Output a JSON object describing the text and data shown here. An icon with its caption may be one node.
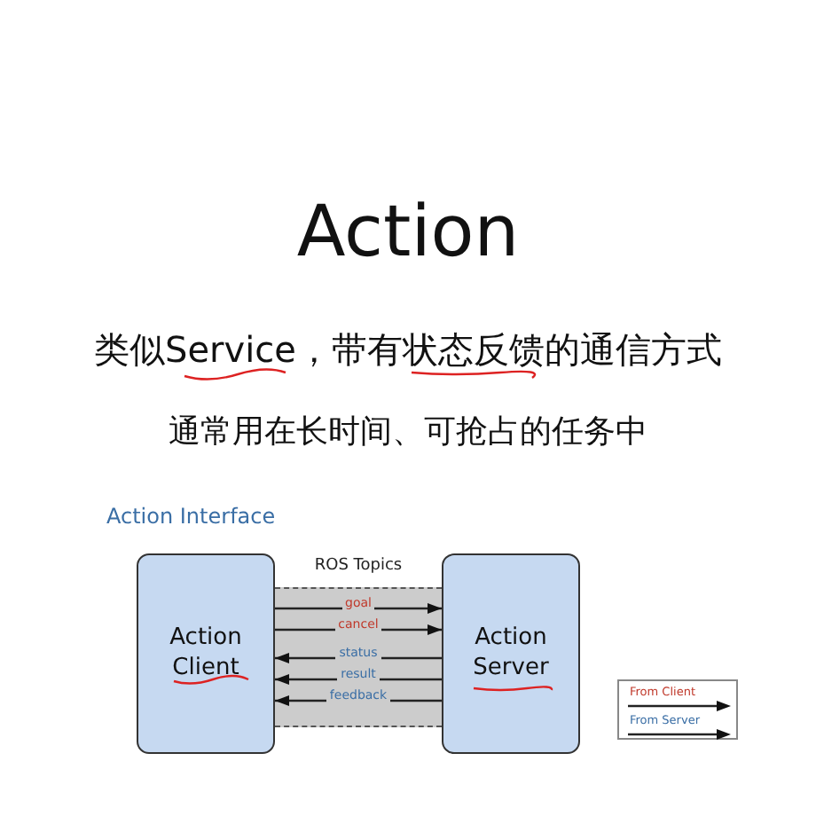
{
  "diagram": {
    "title": "Action",
    "nodes": [
      {
        "text": [
          "Action Client"
        ]
      },
      {
        "text": [
          "Action Server"
        ]
      }
    ],
    "edges": [
      {
        "from": 0,
        "to": 1,
        "arrow": "to",
        "label": "goal"
      },
      {
        "from": 0,
        "to": 1,
        "arrow": "to",
        "label": "cancel"
      },
      {
        "from": 1,
        "to": 0,
        "arrow": "to",
        "label": "status"
      },
      {
        "from": 1,
        "to": 0,
        "arrow": "to",
        "label": "result"
      },
      {
        "from": 1,
        "to": 0,
        "arrow": "to",
        "label": "feedback"
      }
    ],
    "labels": [
      "类似Service，带有状态反馈的通信方式",
      "通常用在长时间、可抢占的任务中",
      "Action Interface",
      "ROS Topics"
    ],
    "legend": [
      {
        "text": "From Client"
      },
      {
        "text": "From Server"
      }
    ]
  }
}
